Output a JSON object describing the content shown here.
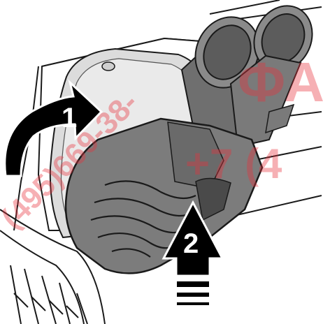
{
  "callouts": [
    {
      "id": "step-1",
      "label": "1"
    },
    {
      "id": "step-2",
      "label": "2"
    }
  ],
  "watermark": {
    "phone_line": "(495)669-38-",
    "line2": "+7 (4",
    "side_letters": "ФА",
    "color": "#e8323c"
  },
  "colors": {
    "arrow_fill": "#000000",
    "arrow_outline": "#ffffff",
    "cover_body": "#7c7c7c",
    "cover_dark": "#4a4a4a",
    "line_art": "#1a1a1a"
  }
}
